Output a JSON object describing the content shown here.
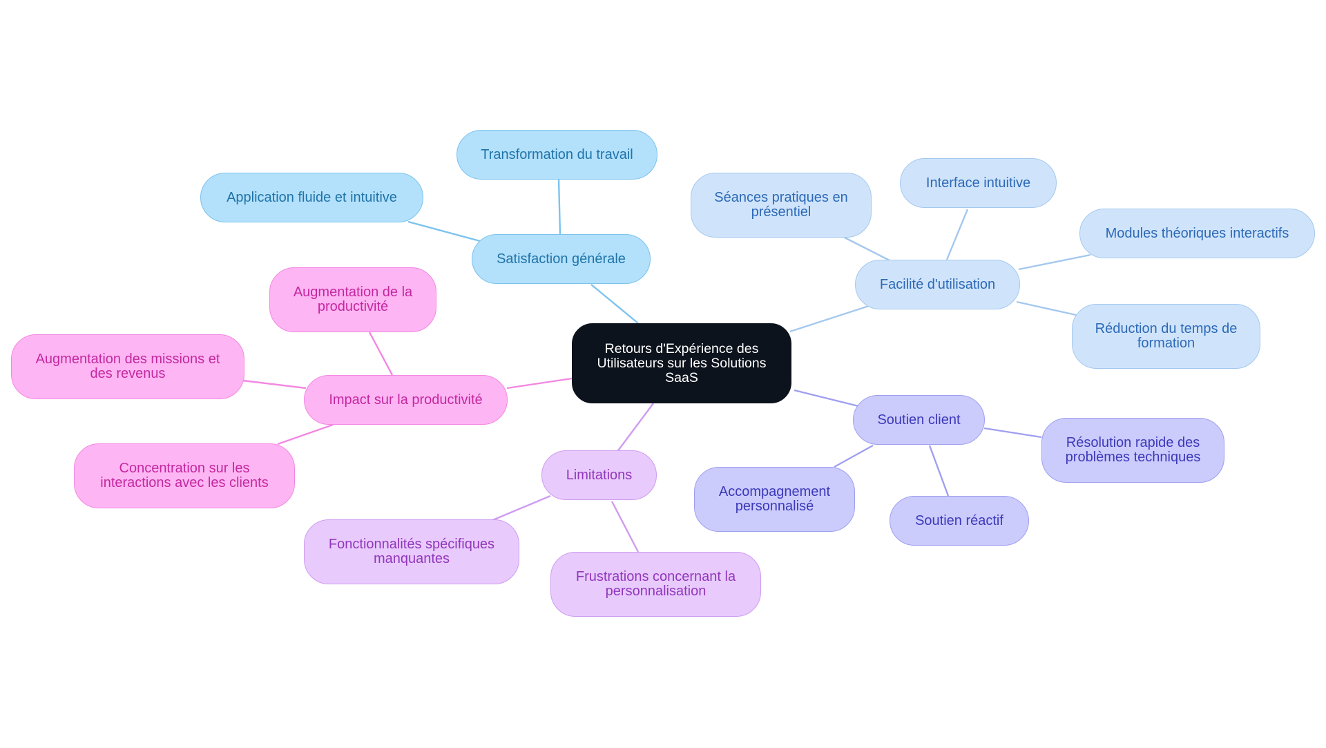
{
  "diagram": {
    "type": "mind-map",
    "root": "Retours d'Expérience des Utilisateurs sur les Solutions SaaS",
    "colors": {
      "root": "#0d131d",
      "satisfaction": "#7cc3ee",
      "facilite": "#a4c8ee",
      "soutien": "#9f9ff0",
      "limitations": "#cf9cf0",
      "impact": "#f388e2"
    },
    "branches": {
      "satisfaction": {
        "label": "Satisfaction générale",
        "children": [
          "Transformation du travail",
          "Application fluide et intuitive"
        ]
      },
      "facilite": {
        "label": "Facilité d'utilisation",
        "children": [
          "Séances pratiques en présentiel",
          "Interface intuitive",
          "Modules théoriques interactifs",
          "Réduction du temps de formation"
        ]
      },
      "soutien": {
        "label": "Soutien client",
        "children": [
          "Résolution rapide des problèmes techniques",
          "Accompagnement personnalisé",
          "Soutien réactif"
        ]
      },
      "limitations": {
        "label": "Limitations",
        "children": [
          "Fonctionnalités spécifiques manquantes",
          "Frustrations concernant la personnalisation"
        ]
      },
      "impact": {
        "label": "Impact sur la productivité",
        "children": [
          "Augmentation de la productivité",
          "Augmentation des missions et des revenus",
          "Concentration sur les interactions avec les clients"
        ]
      }
    }
  }
}
